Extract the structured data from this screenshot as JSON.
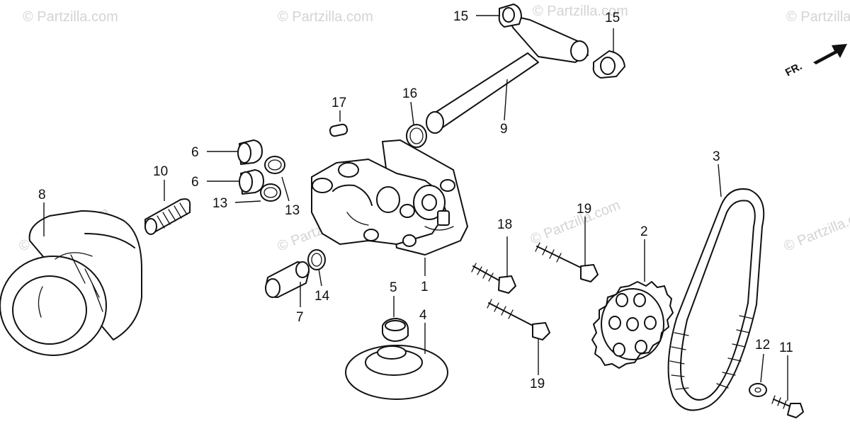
{
  "watermark": "© Partzilla.com",
  "front_indicator": "FR.",
  "callouts": {
    "p1": "1",
    "p2": "2",
    "p3": "3",
    "p4": "4",
    "p5": "5",
    "p6a": "6",
    "p6b": "6",
    "p7": "7",
    "p8": "8",
    "p9": "9",
    "p10": "10",
    "p11": "11",
    "p12": "12",
    "p13a": "13",
    "p13b": "13",
    "p14": "14",
    "p15a": "15",
    "p15b": "15",
    "p16": "16",
    "p17": "17",
    "p18": "18",
    "p19a": "19",
    "p19b": "19"
  }
}
